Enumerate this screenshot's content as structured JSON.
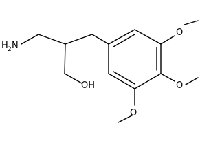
{
  "structure": {
    "amine_label": "H",
    "amine_subscript": "2",
    "amine_atom": "N",
    "hydroxyl_label": "OH",
    "methoxy_oxygen_label": "O"
  }
}
